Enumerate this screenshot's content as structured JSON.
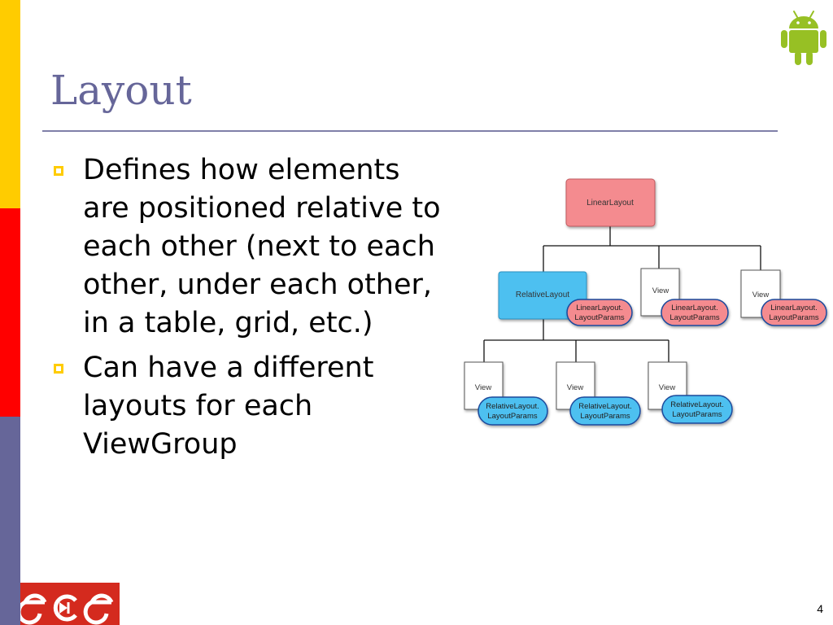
{
  "slide": {
    "title": "Layout",
    "bullets": [
      "Defines how elements are positioned relative to each other (next to each other, under each other, in a table, grid, etc.)",
      "Can have a different layouts for each ViewGroup"
    ],
    "page_number": "4"
  },
  "diagram": {
    "root": {
      "label": "LinearLayout",
      "color": "#f48b8f"
    },
    "level1": [
      {
        "label": "RelativeLayout",
        "color": "#4ec0f0",
        "params": [
          "LinearLayout.",
          "LayoutParams"
        ]
      },
      {
        "label": "View",
        "color": "#ffffff",
        "params": [
          "LinearLayout.",
          "LayoutParams"
        ]
      },
      {
        "label": "View",
        "color": "#ffffff",
        "params": [
          "LinearLayout.",
          "LayoutParams"
        ]
      }
    ],
    "level2": [
      {
        "label": "View",
        "color": "#ffffff",
        "params": [
          "RelativeLayout.",
          "LayoutParams"
        ]
      },
      {
        "label": "View",
        "color": "#ffffff",
        "params": [
          "RelativeLayout.",
          "LayoutParams"
        ]
      },
      {
        "label": "View",
        "color": "#ffffff",
        "params": [
          "RelativeLayout.",
          "LayoutParams"
        ]
      }
    ],
    "linear_params_color": "#f48b8f",
    "relative_params_color": "#4ec0f0"
  },
  "colors": {
    "title": "#666699",
    "bullet_marker": "#ffcc00",
    "bar_top": "#ffcc00",
    "bar_middle": "#ff0000",
    "bar_bottom": "#666699",
    "android_green": "#97c024",
    "logo_red": "#d42a1e"
  },
  "icons": {
    "top_right": "android-robot-icon",
    "bottom_left": "ece-logo"
  }
}
